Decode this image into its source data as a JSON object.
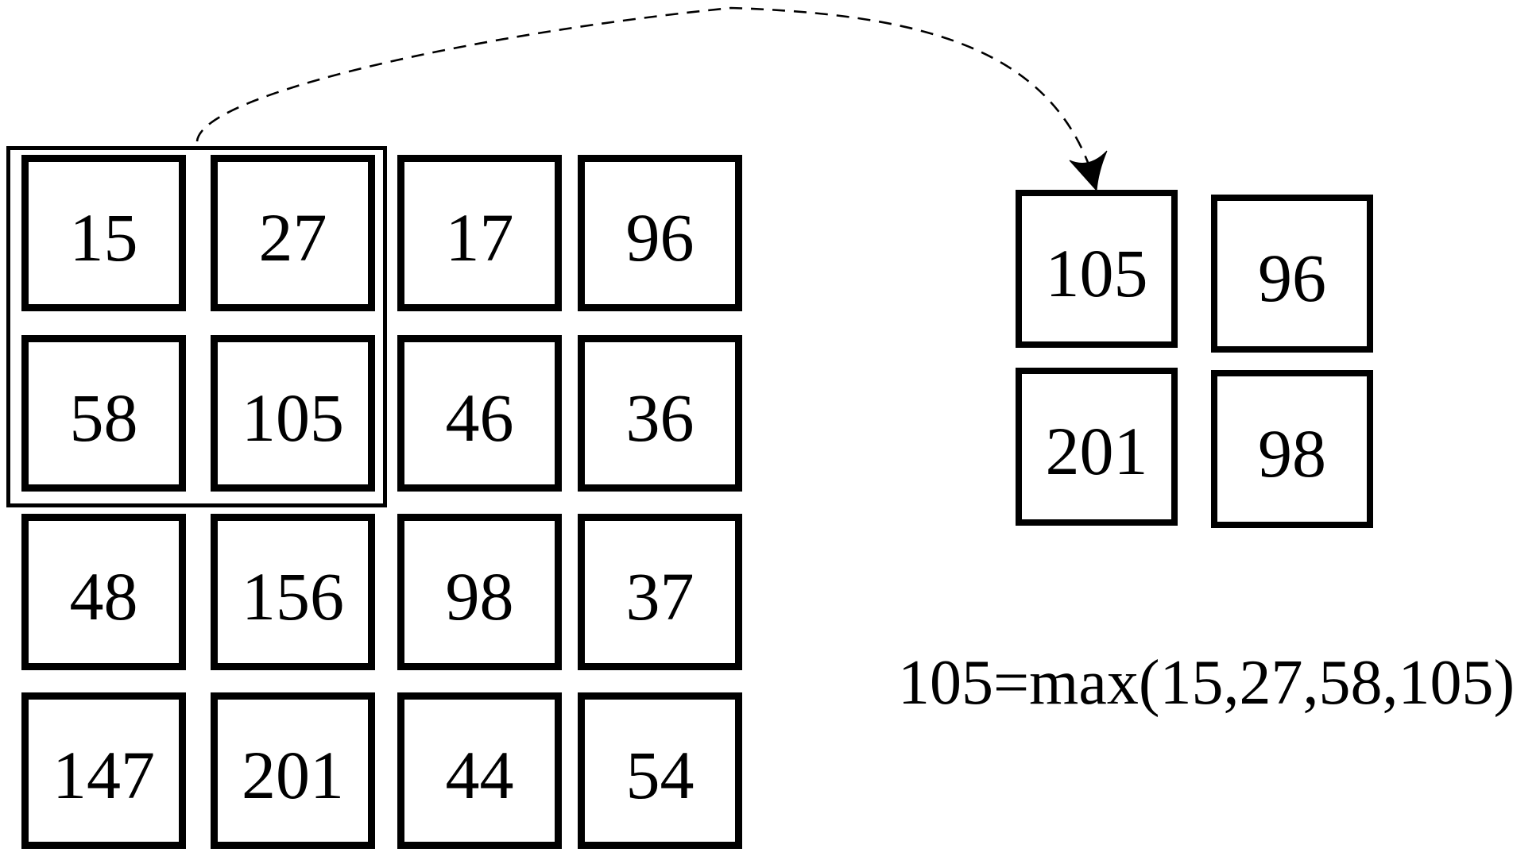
{
  "diagram": {
    "description": "max pooling example",
    "colors": {
      "ink": "#000000",
      "background": "#ffffff"
    },
    "input_grid": {
      "rows": 4,
      "cols": 4,
      "values": [
        [
          "15",
          "27",
          "17",
          "96"
        ],
        [
          "58",
          "105",
          "46",
          "36"
        ],
        [
          "48",
          "156",
          "98",
          "37"
        ],
        [
          "147",
          "201",
          "44",
          "54"
        ]
      ]
    },
    "pooling_window": {
      "window_values": [
        "15",
        "27",
        "58",
        "105"
      ],
      "style": "double-outline"
    },
    "output_grid": {
      "rows": 2,
      "cols": 2,
      "values": [
        [
          "105",
          "96"
        ],
        [
          "201",
          "98"
        ]
      ]
    },
    "arrow": {
      "style": "dashed-curve",
      "meaning": "window maps to output cell 105"
    },
    "formula": "105=max(15,27,58,105)"
  }
}
